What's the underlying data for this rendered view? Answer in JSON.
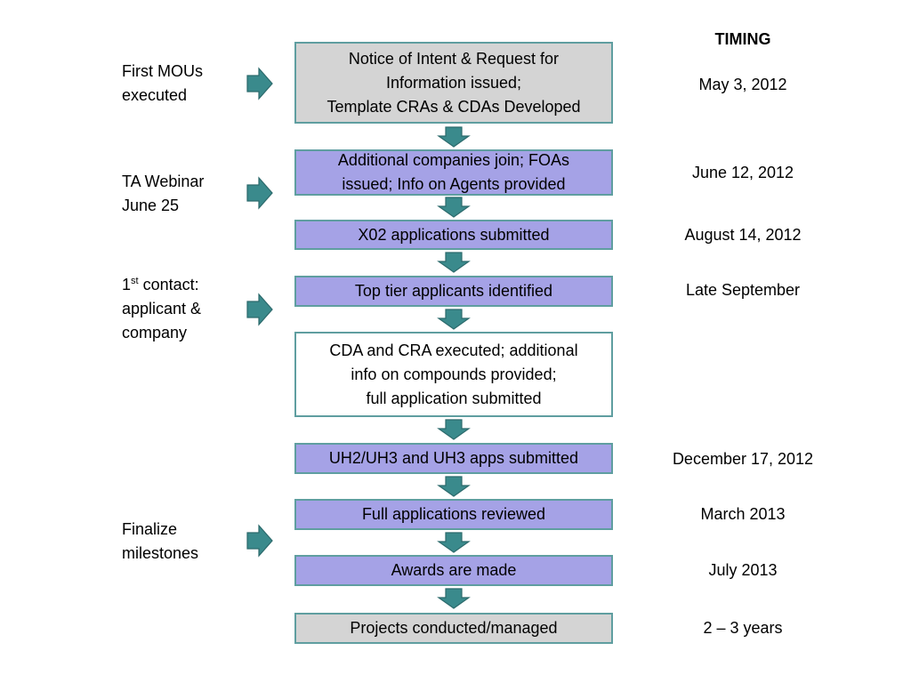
{
  "timing_header": "TIMING",
  "colors": {
    "teal_arrow": "#3a8a8c",
    "box_border": "#5f9ea0",
    "gray_box": "#d4d4d4",
    "purple_box": "#a5a2e6",
    "white_box": "#ffffff"
  },
  "steps": [
    {
      "text": "Notice of Intent & Request for\nInformation issued;\nTemplate CRAs & CDAs Developed",
      "style": "gray",
      "timing": "May 3, 2012"
    },
    {
      "text": "Additional companies join; FOAs\nissued; Info on Agents provided",
      "style": "purple",
      "timing": "June 12, 2012"
    },
    {
      "text": "X02 applications submitted",
      "style": "purple",
      "timing": "August 14, 2012"
    },
    {
      "text": "Top tier applicants identified",
      "style": "purple",
      "timing": "Late September"
    },
    {
      "text": "CDA and CRA executed; additional\ninfo on compounds provided;\nfull application submitted",
      "style": "white",
      "timing": ""
    },
    {
      "text": "UH2/UH3 and UH3  apps submitted",
      "style": "purple",
      "timing": "December 17, 2012"
    },
    {
      "text": "Full applications reviewed",
      "style": "purple",
      "timing": "March 2013"
    },
    {
      "text": "Awards are made",
      "style": "purple",
      "timing": "July 2013"
    },
    {
      "text": "Projects conducted/managed",
      "style": "gray",
      "timing": "2 – 3 years"
    }
  ],
  "side_notes": {
    "first_mous": "First MOUs\nexecuted",
    "ta_webinar": "TA Webinar\nJune 25",
    "first_contact_sup_base": "1",
    "first_contact_sup": "st",
    "first_contact_rest": " contact:",
    "first_contact_lines": "applicant &\ncompany",
    "finalize": "Finalize\nmilestones"
  }
}
